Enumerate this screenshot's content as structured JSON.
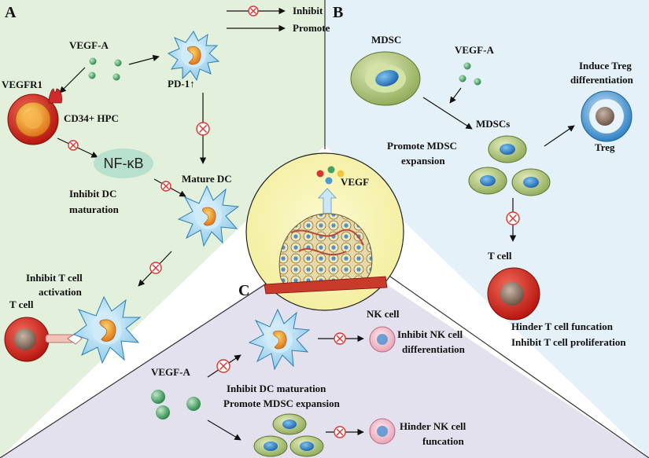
{
  "panels": {
    "a": {
      "letter": "A"
    },
    "b": {
      "letter": "B"
    },
    "c": {
      "letter": "C"
    }
  },
  "legend": {
    "inhibit": "Inhibit",
    "promote": "Promote"
  },
  "panel_a": {
    "vegf_a": "VEGF-A",
    "pd1": "PD-1↑",
    "vegfr1": "VEGFR1",
    "cd34_hpc": "CD34+ HPC",
    "nfkb": "NF-κB",
    "mature_dc": "Mature DC",
    "inhibit_dc_1": "Inhibit DC",
    "inhibit_dc_2": "maturation",
    "inhibit_t_1": "Inhibit T cell",
    "inhibit_t_2": "activation",
    "t_cell": "T cell"
  },
  "panel_b": {
    "mdsc": "MDSC",
    "vegf_a": "VEGF-A",
    "induce_treg_1": "Induce Treg",
    "induce_treg_2": "differentiation",
    "mdscs": "MDSCs",
    "treg": "Treg",
    "promote_mdsc_1": "Promote MDSC",
    "promote_mdsc_2": "expansion",
    "t_cell": "T cell",
    "hinder_t": "Hinder  T cell funcation",
    "inhibit_t_prolif": "Inhibit T cell proliferation"
  },
  "center": {
    "vegf": "VEGF"
  },
  "panel_c": {
    "vegf_a": "VEGF-A",
    "nk_cell": "NK cell",
    "inhibit_nk_1": "Inhibit NK cell",
    "inhibit_nk_2": "differentiation",
    "inhibit_dc": "Inhibit DC maturation",
    "promote_mdsc": "Promote MDSC expansion",
    "hinder_nk_1": "Hinder NK  cell",
    "hinder_nk_2": "funcation"
  },
  "colors": {
    "panel_a_bg": "#e2f0dc",
    "panel_b_bg": "#e5f1f8",
    "panel_c_bg": "#e4e1ee",
    "tumor_circle": "#f9f6bd",
    "inhibit_mark": "#d9352e",
    "dendritic_cell": "#bfe3f5",
    "t_cell_red": "#d92a20",
    "mdsc_green": "#b9cf86",
    "treg_blue": "#4a9bd6",
    "nk_pink": "#f6c9d4"
  }
}
